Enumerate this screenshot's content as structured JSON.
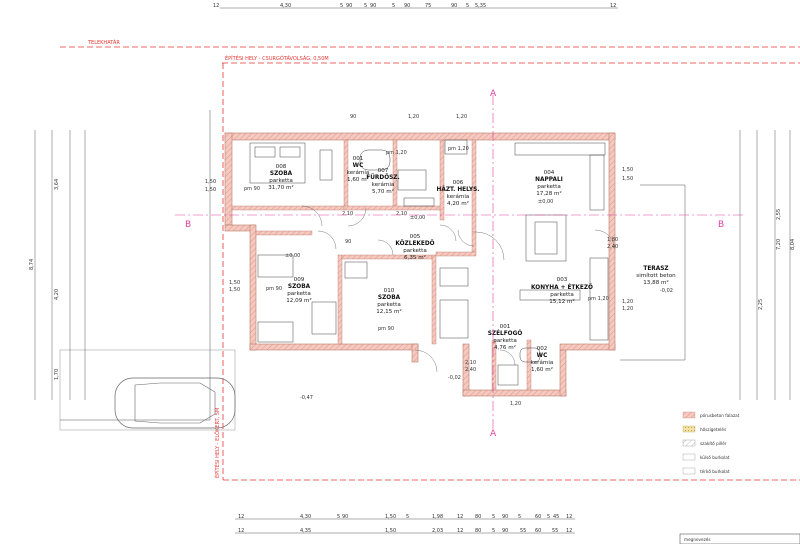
{
  "colors": {
    "wall": "#f5c9c0",
    "wall_stroke": "#c98a7a",
    "boundary": "#e53935",
    "section": "#e040a0",
    "line": "#333333"
  },
  "labels": {
    "telekhatar": "TELEKHATÁR",
    "epitesi_hely_top": "ÉPÍTÉSI HELY - CSURGÓTÁVOLSÁG, 0,50M",
    "epitesi_hely_side": "ÉPÍTÉSI HELY - ELŐKERT, 5M",
    "section_a": "A",
    "section_b": "B",
    "level_neg047": "-0,47",
    "level_neg002": "-0,02",
    "level_neg002b": "-0,02"
  },
  "rooms": [
    {
      "id": "r008",
      "no": "008",
      "name": "SZOBA",
      "floor": "parketta",
      "area": "31,70 m²"
    },
    {
      "id": "r001",
      "no": "001",
      "name": "WC",
      "floor": "kerámia",
      "area": "1,60 m²"
    },
    {
      "id": "r007",
      "no": "007",
      "name": "FÜRDŐSZ.",
      "floor": "kerámia",
      "area": "5,70 m²"
    },
    {
      "id": "r006",
      "no": "006",
      "name": "HÁZT. HELYS.",
      "floor": "kerámia",
      "area": "4,20 m²"
    },
    {
      "id": "r004",
      "no": "004",
      "name": "NAPPALI",
      "floor": "parketta",
      "area": "17,28 m²"
    },
    {
      "id": "r005",
      "no": "005",
      "name": "KÖZLEKEDŐ",
      "floor": "parketta",
      "area": "6,35 m²"
    },
    {
      "id": "r009",
      "no": "009",
      "name": "SZOBA",
      "floor": "parketta",
      "area": "12,09 m²"
    },
    {
      "id": "r010",
      "no": "010",
      "name": "SZOBA",
      "floor": "parketta",
      "area": "12,15 m²"
    },
    {
      "id": "r003",
      "no": "003",
      "name": "KONYHA + ÉTKEZŐ",
      "floor": "parketta",
      "area": "15,12 m²"
    },
    {
      "id": "r001b",
      "no": "001",
      "name": "SZÉLFOGÓ",
      "floor": "parketta",
      "area": "4,76 m²"
    },
    {
      "id": "r002",
      "no": "002",
      "name": "WC",
      "floor": "kerámia",
      "area": "1,60 m²"
    },
    {
      "id": "rterasz",
      "no": "",
      "name": "TERASZ",
      "floor": "simított beton",
      "area": "13,88 m²"
    }
  ],
  "top_dims": [
    "12",
    "4,30",
    "5",
    "90",
    "5",
    "90",
    "5",
    "90",
    "75",
    "90",
    "5",
    "5,35",
    "12"
  ],
  "bottom_dims_row1": [
    "12",
    "4,30",
    "5",
    "90",
    "1,50",
    "5",
    "1,98",
    "12",
    "80",
    "5",
    "90",
    "5",
    "60",
    "5",
    "45",
    "12"
  ],
  "bottom_dims_row2": [
    "12",
    "4,35",
    "1,50",
    "2,03",
    "12",
    "80",
    "5",
    "90",
    "55",
    "60",
    "55",
    "12"
  ],
  "left_dims_outer": [
    "8,74"
  ],
  "left_dims_mid": [
    "3,64",
    "4,20",
    "1,70"
  ],
  "right_dims_outer": [
    "8,04"
  ],
  "right_dims_mid": [
    "2,55",
    "7,20",
    "2,25"
  ],
  "openings": [
    "1,50",
    "1,50",
    "1,50",
    "1,50",
    "90",
    "1,20",
    "1,20",
    "pm 1,20",
    "pm 90",
    "pm 90",
    "pm 90",
    "2,10",
    "2,10",
    "pm 1,20",
    "1,80",
    "2,40",
    "1,20",
    "1,20",
    "1,50",
    "1,50",
    "2,10",
    "2,40",
    "90",
    "1,20",
    "pm 1,20"
  ],
  "heights": [
    "±0,00",
    "±0,00",
    "±0,00"
  ],
  "legend": [
    {
      "label": "pórusbeton falazat",
      "color": "#f5c9c0",
      "pattern": "hatch"
    },
    {
      "label": "hőszigetelés",
      "color": "#f0e0a0",
      "pattern": "dots"
    },
    {
      "label": "szakítő pillér",
      "color": "#ffffff",
      "pattern": "hatch"
    },
    {
      "label": "külső burkolat",
      "color": "#ffffff",
      "pattern": "plain"
    },
    {
      "label": "térkő burkolat",
      "color": "#ffffff",
      "pattern": "plain"
    }
  ],
  "title_block": {
    "small_label": "megnevezés"
  }
}
